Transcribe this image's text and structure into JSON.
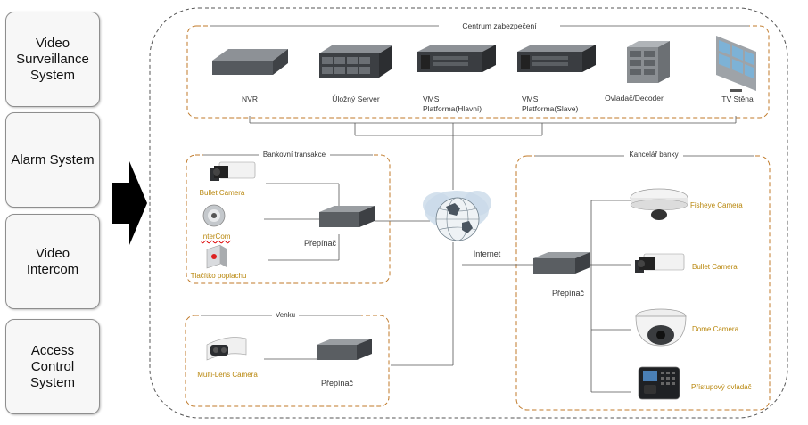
{
  "systems": [
    {
      "label": "Video\nSurveillance\nSystem"
    },
    {
      "label": "Alarm System"
    },
    {
      "label": "Video\nIntercom"
    },
    {
      "label": "Access\nControl\nSystem"
    }
  ],
  "security_center": {
    "title": "Centrum zabezpečení",
    "devices": {
      "nvr": "NVR",
      "storage": "Úložný  Server",
      "vms_main": "VMS\nPlatforma(Hlavní)",
      "vms_slave": "VMS\nPlatforma(Slave)",
      "decoder": "Ovladač/Decoder",
      "tv_wall": "TV Stěna"
    }
  },
  "bank_transactions": {
    "title": "Bankovní transakce",
    "bullet_camera": "Bullet Camera",
    "intercom": "InterCom",
    "panic_button": "Tlačítko  poplachu",
    "switch": "Přepínač"
  },
  "outdoor": {
    "title": "Venku",
    "multilens": "Multi-Lens  Camera",
    "switch": "Přepínač"
  },
  "internet": {
    "label": "Internet"
  },
  "bank_office": {
    "title": "Kancelář banky",
    "switch": "Přepínač",
    "fisheye": "Fisheye  Camera",
    "bullet": "Bullet  Camera",
    "dome": "Dome  Camera",
    "access": "Přístupový  ovladač"
  },
  "colors": {
    "region_border": "#c07a2a",
    "outer_border": "#555555",
    "device_label_gold": "#b8860b",
    "arrow": "#000000"
  }
}
